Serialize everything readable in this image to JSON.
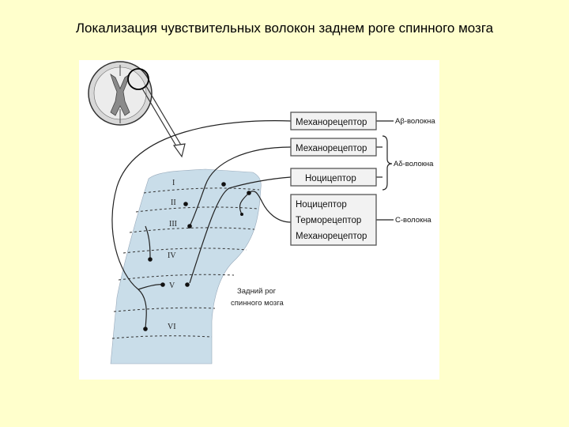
{
  "title": "Локализация чувствительных волокон заднем роге спинного мозга",
  "receptors": {
    "mech1": "Механорецептор",
    "mech2": "Механорецептор",
    "noci1": "Ноцицептор",
    "noci2": "Ноцицептор",
    "thermo": "Терморецептор",
    "mech3": "Механорецептор"
  },
  "fibers": {
    "a_beta": "Aβ-волокна",
    "a_delta": "Aδ-волокна",
    "c": "C-волокна"
  },
  "laminae": [
    "I",
    "II",
    "III",
    "IV",
    "V",
    "VI"
  ],
  "horn_label": [
    "Задний рог",
    "спинного мозга"
  ],
  "colors": {
    "background": "#ffffcc",
    "horn_fill": "#c9dde9",
    "box_fill": "#f2f2f2",
    "box_stroke": "#555555",
    "line": "#222222"
  }
}
